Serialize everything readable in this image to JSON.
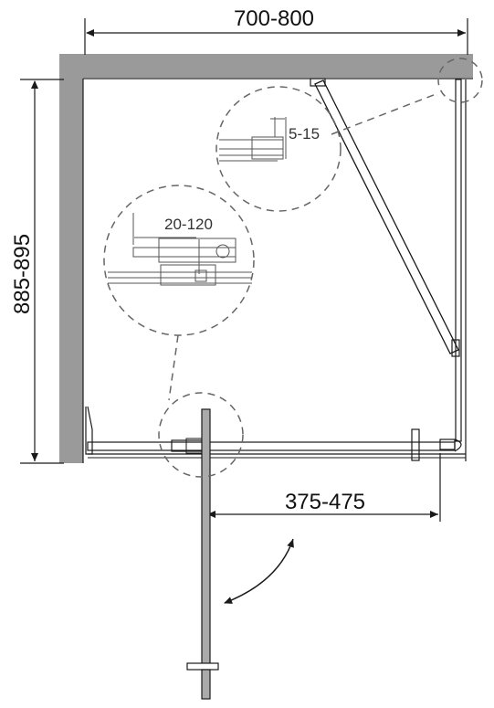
{
  "dimensions": {
    "width_range": "700-800",
    "depth_range": "885-895",
    "door_opening": "375-475"
  },
  "details": {
    "top_adjust": "5-15",
    "side_adjust": "20-120"
  },
  "colors": {
    "wall": "#9a9a9a",
    "line": "#1a1a1a",
    "dashed": "#666666",
    "door_fill": "#aaaaaa"
  }
}
